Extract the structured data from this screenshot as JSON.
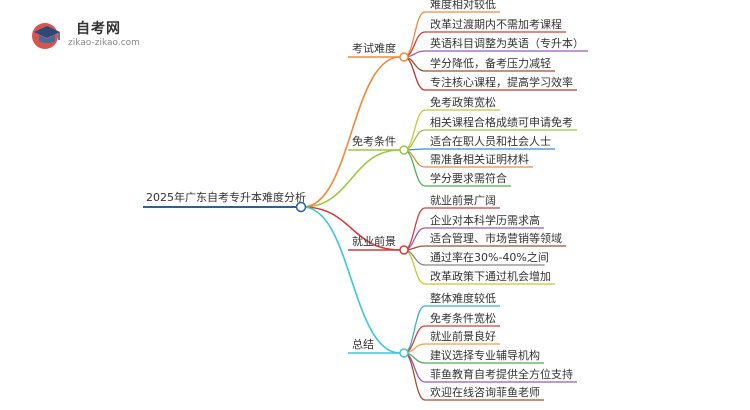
{
  "logo": {
    "title": "自考网",
    "domain": "zikao-zikao.com"
  },
  "mindmap": {
    "root": "2025年广东自考专升本难度分析",
    "branches": [
      {
        "label": "考试难度",
        "color": "#f08a3c",
        "leaves": [
          "难度相对较低",
          "改革过渡期内不需加考课程",
          "英语科目调整为英语（专升本）",
          "学分降低，备考压力减轻",
          "专注核心课程，提高学习效率"
        ],
        "leaf_colors": [
          "#f08a3c",
          "#d43f3a",
          "#9b59b6",
          "#a0522d",
          "#c0392b"
        ]
      },
      {
        "label": "免考条件",
        "color": "#9bc83c",
        "leaves": [
          "免考政策宽松",
          "相关课程合格成绩可申请免考",
          "适合在职人员和社会人士",
          "需准备相关证明材料",
          "学分要求需符合"
        ],
        "leaf_colors": [
          "#c8c832",
          "#9bc83c",
          "#3c8ccf",
          "#f08a3c",
          "#4caf50"
        ]
      },
      {
        "label": "就业前景",
        "color": "#d43f3a",
        "leaves": [
          "就业前景广阔",
          "企业对本科学历需求高",
          "适合管理、市场营销等领域",
          "通过率在30%-40%之间",
          "改革政策下通过机会增加"
        ],
        "leaf_colors": [
          "#d43f3a",
          "#9b59b6",
          "#a0522d",
          "#888888",
          "#c8c832"
        ]
      },
      {
        "label": "总结",
        "color": "#3cc8d8",
        "leaves": [
          "整体难度较低",
          "免考条件宽松",
          "就业前景良好",
          "建议选择专业辅导机构",
          "菲鱼教育自考提供全方位支持",
          "欢迎在线咨询菲鱼老师"
        ],
        "leaf_colors": [
          "#3cb0c8",
          "#d43f3a",
          "#f0a03c",
          "#4caf50",
          "#9b59b6",
          "#a0522d"
        ]
      }
    ]
  }
}
